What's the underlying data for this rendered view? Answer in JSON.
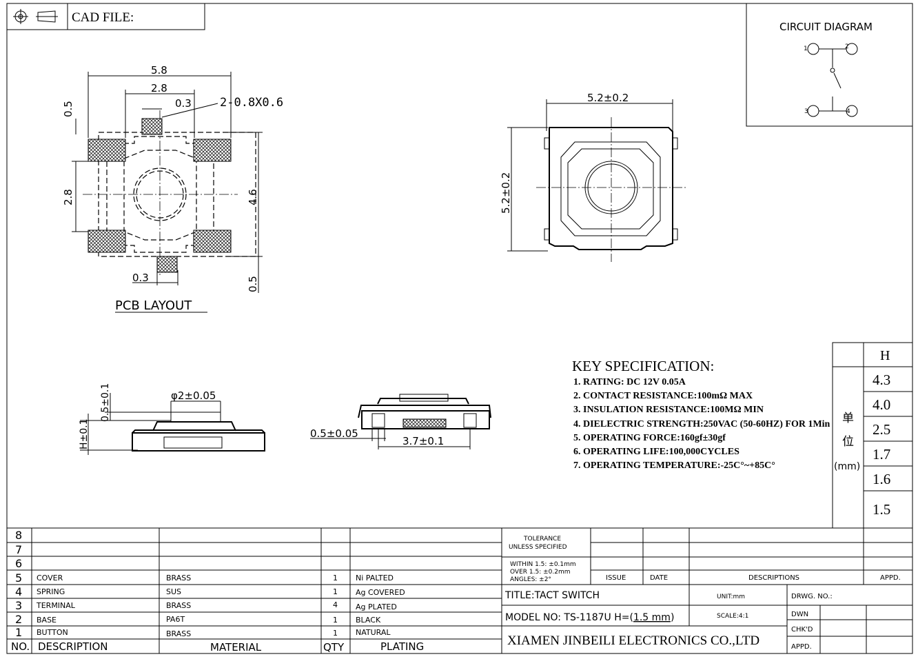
{
  "header": {
    "cad_label": "CAD FILE:"
  },
  "pcb": {
    "title": "PCB LAYOUT",
    "dim_total": "5.8",
    "dim_center": "2.8",
    "dim_pad_w": "0.3",
    "dim_callout": "2-0.8X0.6",
    "dim_left_top": "0.5",
    "dim_left_mid": "2.8",
    "dim_right": "4.6",
    "dim_bottom_w": "0.3",
    "dim_bottom_h": "0.5"
  },
  "top_view": {
    "dim_width": "5.2±0.2",
    "dim_height": "5.2±0.2"
  },
  "side_view": {
    "dim_dia": "φ2±0.05",
    "dim_top": "0.5±0.1",
    "dim_h": "H±0.1"
  },
  "front_view": {
    "dim_left": "0.5±0.05",
    "dim_pitch": "3.7±0.1"
  },
  "circuit": {
    "title": "CIRCUIT DIAGRAM",
    "pins": [
      "1",
      "2",
      "3",
      "4"
    ]
  },
  "spec": {
    "title": "KEY SPECIFICATION:",
    "items": [
      "1. RATING: DC 12V   0.05A",
      "2. CONTACT RESISTANCE:100mΩ MAX",
      "3. INSULATION RESISTANCE:100MΩ MIN",
      "4. DIELECTRIC STRENGTH:250VAC (50-60HZ) FOR 1Min",
      "5. OPERATING FORCE:160gf±30gf",
      "6. OPERATING LIFE:100,000CYCLES",
      "7. OPERATING TEMPERATURE:-25C°~+85C°"
    ]
  },
  "h_table": {
    "header": "H",
    "unit_cn": [
      "单",
      "位"
    ],
    "unit": "(mm)",
    "values": [
      "4.3",
      "4.0",
      "2.5",
      "1.7",
      "1.6",
      "1.5"
    ]
  },
  "bom": {
    "headers": {
      "no": "NO.",
      "description": "DESCRIPTION",
      "material": "MATERIAL",
      "qty": "QTY",
      "plating": "PLATING"
    },
    "rows": [
      {
        "no": "8",
        "description": "",
        "material": "",
        "qty": "",
        "plating": ""
      },
      {
        "no": "7",
        "description": "",
        "material": "",
        "qty": "",
        "plating": ""
      },
      {
        "no": "6",
        "description": "",
        "material": "",
        "qty": "",
        "plating": ""
      },
      {
        "no": "5",
        "description": "COVER",
        "material": "BRASS",
        "qty": "1",
        "plating": "Ni PALTED"
      },
      {
        "no": "4",
        "description": "SPRING",
        "material": "SUS",
        "qty": "1",
        "plating": "Ag COVERED"
      },
      {
        "no": "3",
        "description": "TERMINAL",
        "material": "BRASS",
        "qty": "4",
        "plating": "Ag PLATED"
      },
      {
        "no": "2",
        "description": "BASE",
        "material": "PA6T",
        "qty": "1",
        "plating": "BLACK"
      },
      {
        "no": "1",
        "description": "BUTTON",
        "material": "BRASS",
        "qty": "1",
        "plating": "NATURAL"
      }
    ]
  },
  "title_block": {
    "tolerance": [
      "TOLERANCE",
      "UNLESS SPECIFIED"
    ],
    "within": [
      "WITHIN 1.5: ±0.1mm",
      "OVER 1.5:  ±0.2mm",
      "ANGLES: ±2°"
    ],
    "issue": "ISSUE",
    "date": "DATE",
    "descriptions": "DESCRIPTIONS",
    "appd": "APPD.",
    "title": "TITLE:TACT SWITCH",
    "unit": "UNIT:mm",
    "drwg_no": "DRWG. NO.:",
    "model_prefix": "MODEL  NO: TS-1187U  H=(",
    "model_value": "1.5  mm",
    "model_suffix": ")",
    "scale": "SCALE:4:1",
    "dwn": "DWN",
    "chkd": "CHK'D",
    "appd2": "APPD.",
    "company": "XIAMEN JINBEILI ELECTRONICS CO.,LTD"
  }
}
